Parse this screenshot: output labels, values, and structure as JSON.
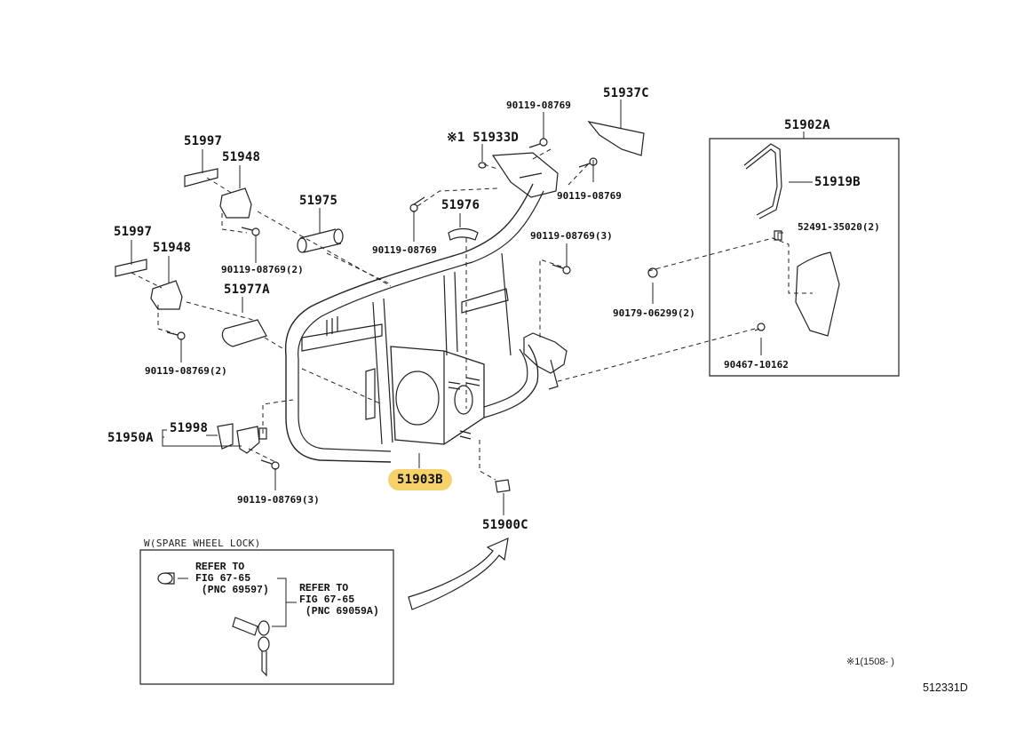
{
  "diagram": {
    "figure_id": "512331D",
    "footnote": "※1(1508-      )",
    "highlight_color": "#f7d26b",
    "main_part": {
      "pnc": "51903B",
      "highlighted": true
    },
    "callouts": [
      {
        "id": "51937C",
        "text": "51937C"
      },
      {
        "id": "90119-08769-a",
        "text": "90119-08769"
      },
      {
        "id": "51933D",
        "text": "※1 51933D"
      },
      {
        "id": "90119-08769-b",
        "text": "90119-08769"
      },
      {
        "id": "51902A",
        "text": "51902A"
      },
      {
        "id": "51919B",
        "text": "51919B"
      },
      {
        "id": "52491-35020",
        "text": "52491-35020(2)"
      },
      {
        "id": "90179-06299",
        "text": "90179-06299(2)"
      },
      {
        "id": "90467-10162",
        "text": "90467-10162"
      },
      {
        "id": "51997-a",
        "text": "51997"
      },
      {
        "id": "51948-a",
        "text": "51948"
      },
      {
        "id": "51975",
        "text": "51975"
      },
      {
        "id": "51976",
        "text": "51976"
      },
      {
        "id": "90119-08769-c",
        "text": "90119-08769"
      },
      {
        "id": "90119-08769-d",
        "text": "90119-08769(3)"
      },
      {
        "id": "90119-08769-e",
        "text": "90119-08769(2)"
      },
      {
        "id": "51997-b",
        "text": "51997"
      },
      {
        "id": "51948-b",
        "text": "51948"
      },
      {
        "id": "51977A",
        "text": "51977A"
      },
      {
        "id": "90119-08769-f",
        "text": "90119-08769(2)"
      },
      {
        "id": "51998",
        "text": "51998"
      },
      {
        "id": "51950A",
        "text": "51950A"
      },
      {
        "id": "90119-08769-g",
        "text": "90119-08769(3)"
      },
      {
        "id": "51903B",
        "text": "51903B"
      },
      {
        "id": "51900C",
        "text": "51900C"
      }
    ],
    "inset": {
      "title": "W(SPARE WHEEL LOCK)",
      "refs": [
        {
          "id": "ref-69597",
          "text": "REFER TO\nFIG 67-65\n (PNC 69597)"
        },
        {
          "id": "ref-69059A",
          "text": "REFER TO\nFIG 67-65\n (PNC 69059A)"
        }
      ]
    }
  }
}
